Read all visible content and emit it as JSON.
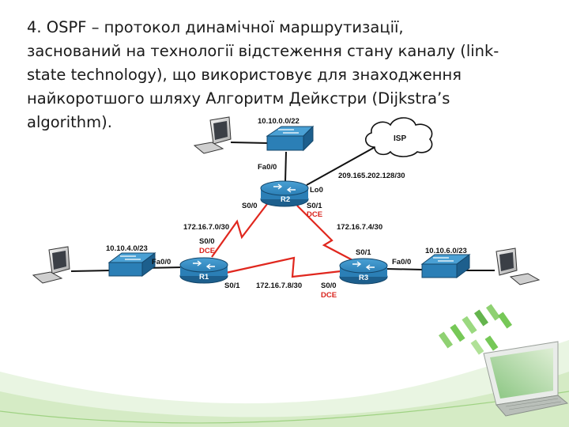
{
  "slide": {
    "text_lines": [
      "4. OSPF – протокол динамічної маршрутизації,",
      "заснований на технології відстеження стану каналу (link-",
      "state technology), що використовує для знаходження",
      "найкоротшого шляху Алгоритм Дейкстри (Dijkstra’s",
      "algorithm)."
    ]
  },
  "topology": {
    "routers": [
      {
        "name": "R1"
      },
      {
        "name": "R2"
      },
      {
        "name": "R3"
      }
    ],
    "cloud": {
      "name": "ISP"
    },
    "networks": {
      "top_lan": "10.10.0.0/22",
      "left_lan": "10.10.4.0/23",
      "right_lan": "10.10.6.0/23",
      "isp_link": "209.165.202.128/30",
      "r1_r2": "172.16.7.0/30",
      "r2_r3": "172.16.7.4/30",
      "r1_r3": "172.16.7.8/30"
    },
    "interfaces": {
      "r2_fa": "Fa0/0",
      "r2_lo": "Lo0",
      "r2_s00": "S0/0",
      "r2_s01": "S0/1",
      "r1_s00": "S0/0",
      "r1_fa": "Fa0/0",
      "r1_s01": "S0/1",
      "r3_s01": "S0/1",
      "r3_fa": "Fa0/0",
      "r3_s00": "S0/0"
    },
    "dce_label": "DCE"
  },
  "colors": {
    "device_blue": "#2b7fb6",
    "device_dark": "#1d5f8d",
    "serial_link": "#e0271e",
    "dce_text": "#d9231c",
    "decor_green": "#5fbf3a"
  }
}
